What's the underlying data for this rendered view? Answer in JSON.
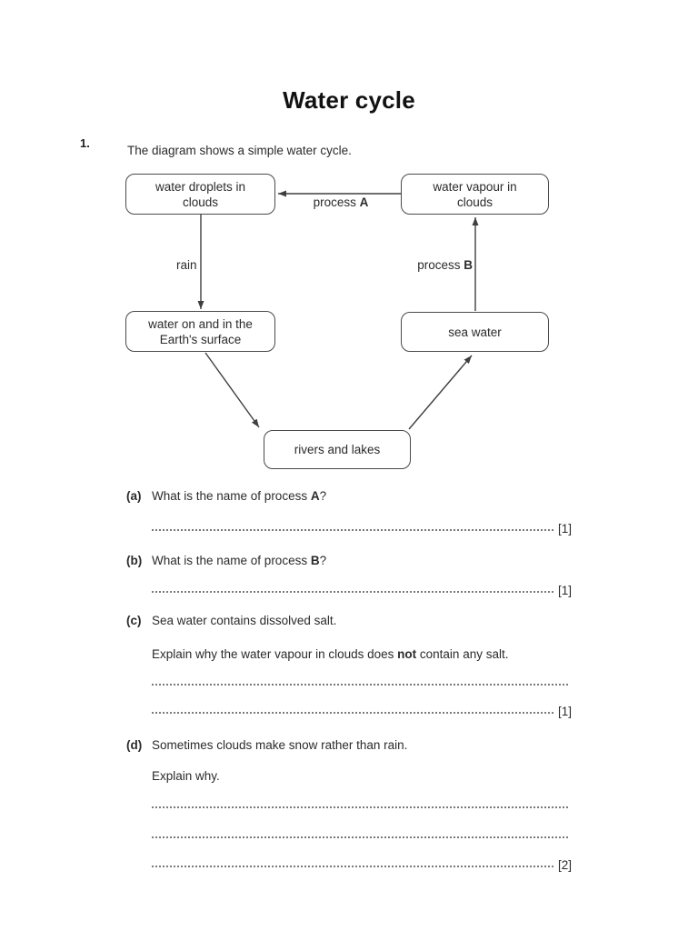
{
  "header": {
    "title": "Water cycle",
    "question_number": "1.",
    "intro": "The diagram shows a simple water cycle."
  },
  "diagram": {
    "boxes": [
      {
        "text": "water droplets in clouds"
      },
      {
        "text": "water vapour in clouds"
      },
      {
        "text": "water on and in the Earth's surface"
      },
      {
        "text": "sea water"
      },
      {
        "text": "rivers and lakes"
      }
    ],
    "labels": {
      "process_a": {
        "prefix": "process ",
        "bold": "A"
      },
      "process_b": {
        "prefix": "process ",
        "bold": "B"
      },
      "rain": "rain"
    }
  },
  "questions": {
    "a": {
      "label": "(a)",
      "before": "What is the name of process ",
      "bold": "A",
      "after": "?",
      "mark": "[1]"
    },
    "b": {
      "label": "(b)",
      "before": "What is the name of process ",
      "bold": "B",
      "after": "?",
      "mark": "[1]"
    },
    "c": {
      "label": "(c)",
      "line1": "Sea water contains dissolved salt.",
      "line2_before": "Explain why the water vapour in clouds does ",
      "line2_bold": "not",
      "line2_after": " contain any salt.",
      "mark": "[1]"
    },
    "d": {
      "label": "(d)",
      "line1": "Sometimes clouds make snow rather than rain.",
      "line2": "Explain why.",
      "mark": "[2]"
    }
  },
  "colors": {
    "ink": "#2b2b2b",
    "diagram_line": "#3f3f3f",
    "dotted_line": "#7a7a7a"
  }
}
